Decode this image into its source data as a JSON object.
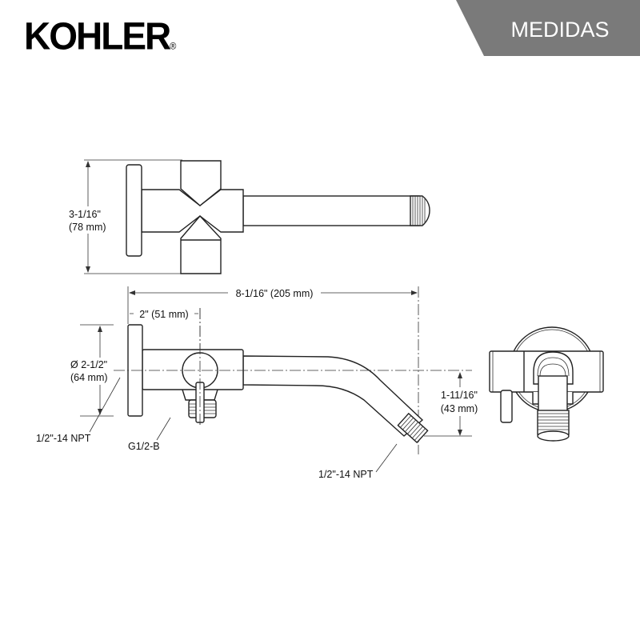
{
  "header": {
    "brand": "KOHLER",
    "registered": "®",
    "section_title": "MEDIDAS",
    "banner_color": "#7a7a7a"
  },
  "dimensions": {
    "top_height_in": "3-1/16\"",
    "top_height_mm": "(78 mm)",
    "overall_length": "8-1/16\" (205 mm)",
    "flange_to_center": "2\" (51 mm)",
    "flange_diameter_in": "Ø 2-1/2\"",
    "flange_diameter_mm": "(64 mm)",
    "drop_in": "1-11/16\"",
    "drop_mm": "(43 mm)"
  },
  "callouts": {
    "inlet_thread": "1/2\"-14 NPT",
    "outlet_fitting": "G1/2-B",
    "arm_thread": "1/2\"-14 NPT"
  }
}
